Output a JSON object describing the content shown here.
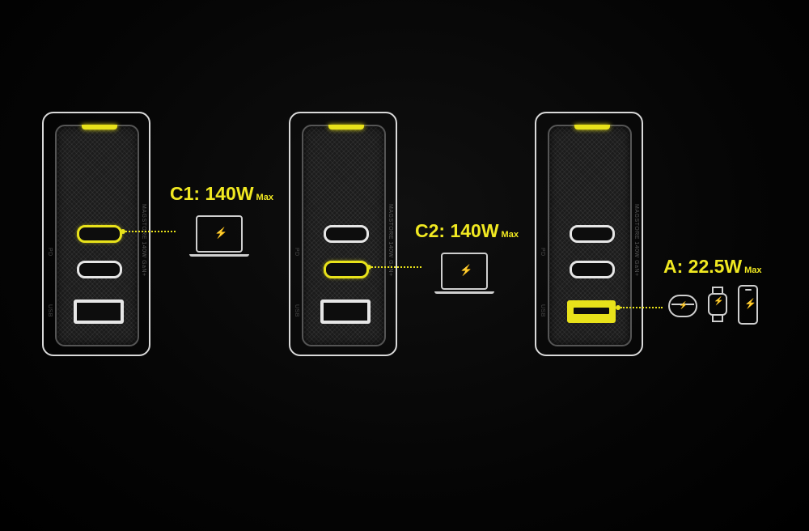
{
  "panels": [
    {
      "label": "C1: 140W",
      "max": "Max"
    },
    {
      "label": "C2: 140W",
      "max": "Max"
    },
    {
      "label": "A: 22.5W",
      "max": "Max"
    }
  ],
  "side_labels": {
    "pd": "PD",
    "usb": "USB",
    "brand": "MAGSTORE  140W  GaN+"
  },
  "accent_color": "#e8e21a",
  "icons": [
    "laptop-icon",
    "earbuds-case-icon",
    "smartwatch-icon",
    "phone-icon"
  ]
}
